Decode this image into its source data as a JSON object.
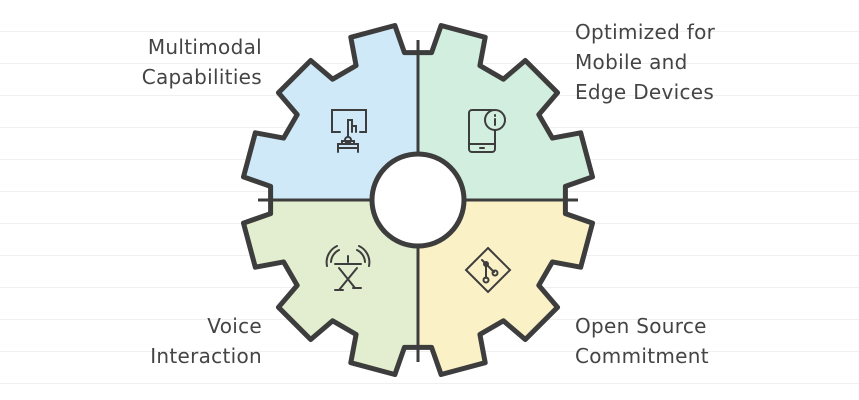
{
  "quadrants": [
    {
      "label_lines": [
        "Multimodal",
        "Capabilities"
      ],
      "icon": "touch-screen-icon",
      "color": "#cfe9f8"
    },
    {
      "label_lines": [
        "Optimized for",
        "Mobile and",
        "Edge Devices"
      ],
      "icon": "mobile-info-icon",
      "color": "#d2eedf"
    },
    {
      "label_lines": [
        "Voice",
        "Interaction"
      ],
      "icon": "voice-translate-icon",
      "color": "#e2eecf"
    },
    {
      "label_lines": [
        "Open Source",
        "Commitment"
      ],
      "icon": "git-icon",
      "color": "#fbf1c6"
    }
  ],
  "stroke_color": "#3d3d3d"
}
